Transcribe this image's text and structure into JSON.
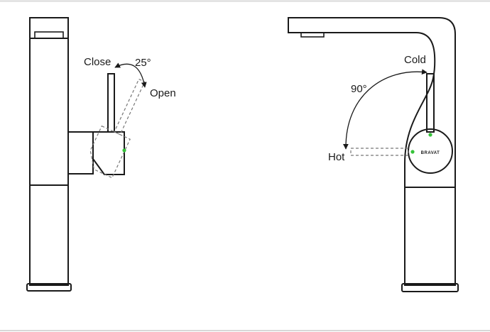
{
  "labels": {
    "side_close": "Close",
    "side_angle": "25°",
    "side_open": "Open",
    "front_cold": "Cold",
    "front_angle": "90°",
    "front_hot": "Hot",
    "brand": "BRAVAT"
  },
  "colors": {
    "line": "#1a1a1a",
    "dash": "#777777",
    "indicator": "#36c23a",
    "frame": "#d8d8d8"
  }
}
